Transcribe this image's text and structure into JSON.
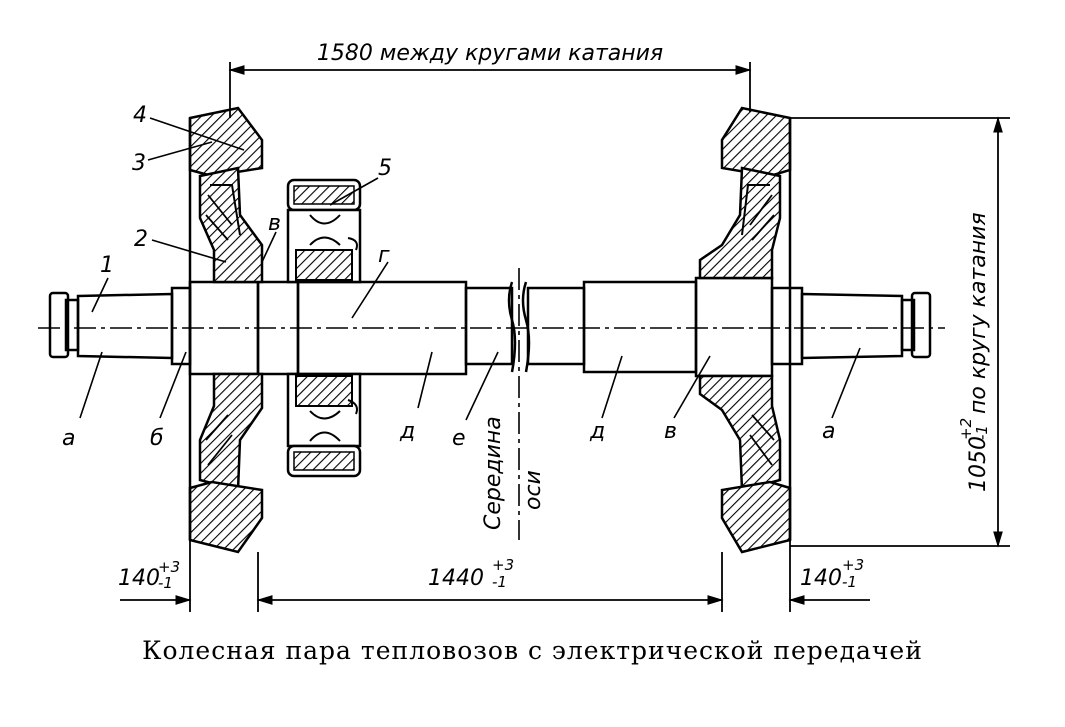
{
  "caption": "Колесная пара тепловозов с электрической передачей",
  "dimensions": {
    "top": "1580 между кругами катания",
    "right_value": "1050",
    "right_tol_upper": "+2",
    "right_tol_lower": "-1",
    "right_text": "по кругу катания",
    "left_value": "140",
    "left_tol_upper": "+3",
    "left_tol_lower": "-1",
    "middle_value": "1440",
    "middle_tol_upper": "+3",
    "middle_tol_lower": "-1",
    "right_bottom_value": "140",
    "right_bottom_tol_upper": "+3",
    "right_bottom_tol_lower": "-1"
  },
  "center_label": {
    "line1": "Середина",
    "line2": "оси"
  },
  "part_numbers": {
    "n1": "1",
    "n2": "2",
    "n3": "3",
    "n4": "4",
    "n5": "5"
  },
  "zone_labels": {
    "a_left": "а",
    "b_left": "б",
    "v_left": "в",
    "g_left": "г",
    "d_left": "д",
    "e_left": "е",
    "d_right": "д",
    "v_right": "в",
    "a_right": "а"
  }
}
